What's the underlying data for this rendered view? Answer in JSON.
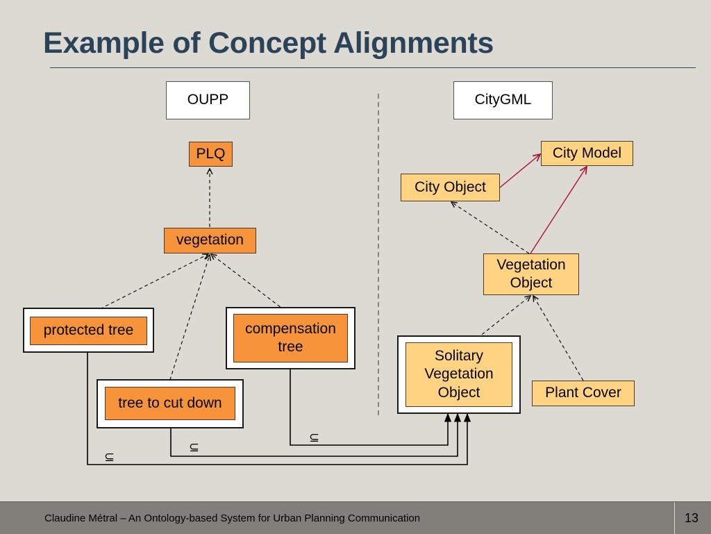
{
  "slide": {
    "title": "Example of Concept Alignments"
  },
  "headers": {
    "left": "OUPP",
    "right": "CityGML"
  },
  "oupp": {
    "plq": "PLQ",
    "vegetation": "vegetation",
    "protected_tree": "protected tree",
    "compensation_tree": "compensation tree",
    "tree_to_cut_down": "tree to cut down"
  },
  "citygml": {
    "city_model": "City Model",
    "city_object": "City Object",
    "vegetation_object": "Vegetation Object",
    "solitary_vegetation_object": "Solitary Vegetation Object",
    "plant_cover": "Plant Cover"
  },
  "alignment_symbol": "⊆",
  "footer": {
    "text": "Claudine Métral – An Ontology-based System for Urban Planning Communication",
    "page_number": "13"
  },
  "colors": {
    "title": "#2b4358",
    "oupp_concept": "#f7943b",
    "citygml_concept": "#ffd382",
    "composition_arrow": "#b01030",
    "background": "#dddad3"
  }
}
